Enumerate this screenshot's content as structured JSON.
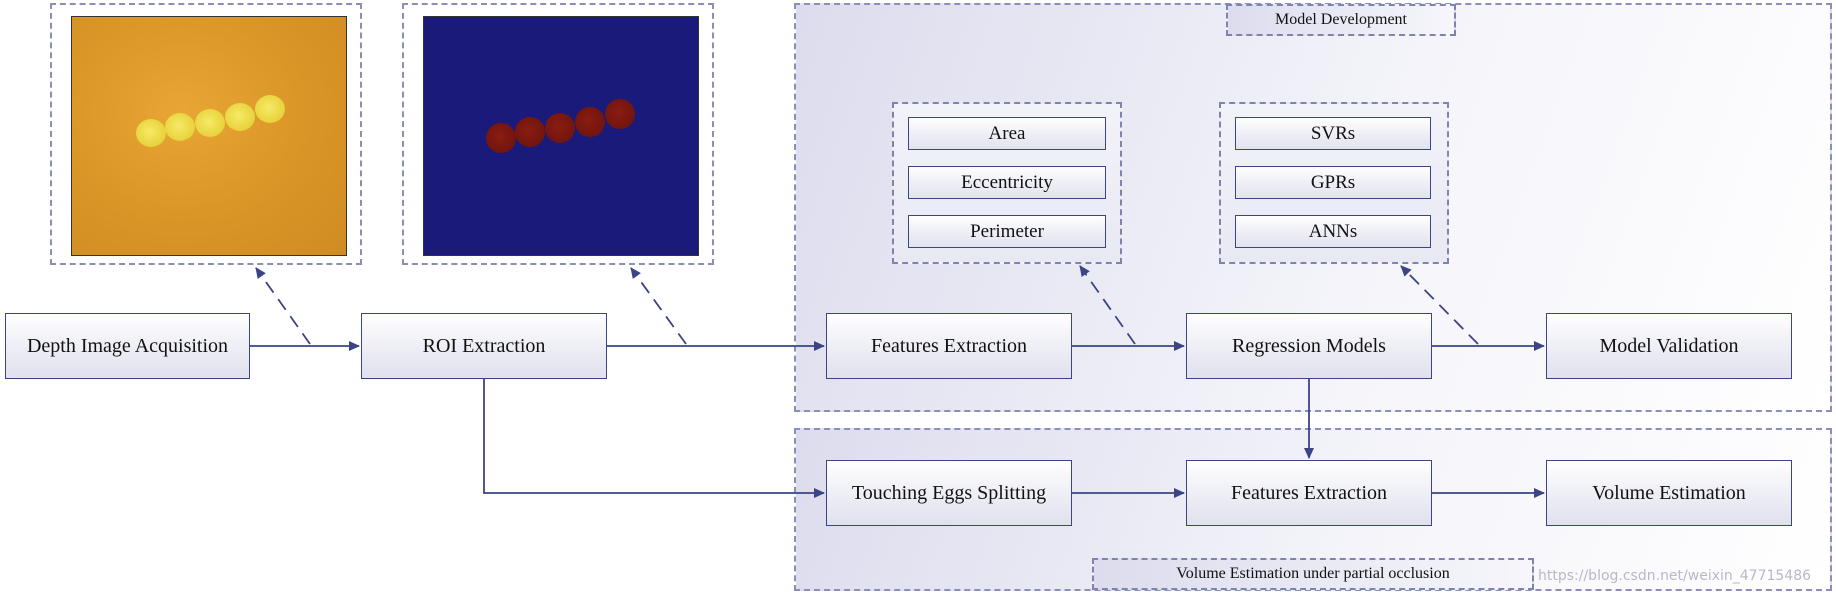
{
  "regions": {
    "model_development": "Model Development",
    "volume_estimation": "Volume Estimation under partial occlusion"
  },
  "boxes": {
    "depth_image_acquisition": "Depth Image Acquisition",
    "roi_extraction": "ROI Extraction",
    "features_extraction_top": "Features Extraction",
    "regression_models": "Regression Models",
    "model_validation": "Model Validation",
    "touching_eggs_splitting": "Touching Eggs Splitting",
    "features_extraction_bottom": "Features Extraction",
    "volume_estimation": "Volume Estimation"
  },
  "features": [
    "Area",
    "Eccentricity",
    "Perimeter"
  ],
  "models": [
    "SVRs",
    "GPRs",
    "ANNs"
  ],
  "images": {
    "depth_image_icon": "depth-image",
    "roi_image_icon": "roi-mask-image"
  },
  "watermark": "https://blog.csdn.net/weixin_47715486",
  "colors": {
    "box_border": "#3b4485",
    "arrow": "#3b4485",
    "dashed": "#8a8fb8",
    "roi_background": "#1a1a7a",
    "depth_background": "#d99526",
    "egg_yellow": "#e8d23c",
    "egg_red": "#6e140c"
  }
}
